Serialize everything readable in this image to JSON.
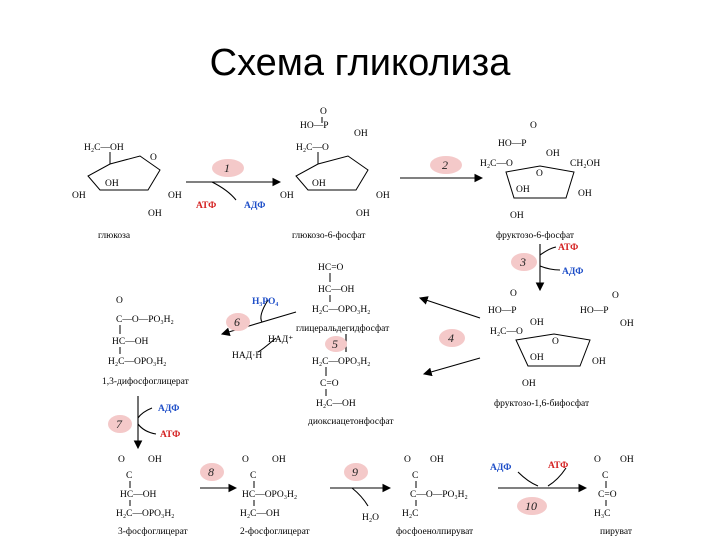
{
  "title": "Схема гликолиза",
  "molecules": {
    "glucose": {
      "name": "глюкоза",
      "top": "H₂C—OH",
      "oh1": "OH",
      "oh2": "OH",
      "oh3": "OH",
      "oh4": "OH"
    },
    "g6p": {
      "name": "глюкозо-6-фосфат",
      "p_top": "O",
      "ho": "HO—P",
      "oh": "OH",
      "ch2o": "H₂C—O",
      "oh1": "OH",
      "oh2": "OH",
      "oh3": "OH",
      "oh4": "OH"
    },
    "f6p": {
      "name": "фруктозо-6-фосфат",
      "p_top": "O",
      "ho": "HO—P",
      "oh": "OH",
      "ch2o": "H₂C—O",
      "ch2oh": "CH₂OH",
      "oh1": "OH",
      "oh2": "OH",
      "oh3": "OH"
    },
    "f16bp": {
      "name": "фруктозо-1,6-бифосфат",
      "ho1": "HO—P",
      "o1": "O",
      "oh1": "OH",
      "ho2": "HO—P",
      "o2": "O",
      "oh2": "OH",
      "ch2o": "H₂C—O",
      "ring_o": "O",
      "oh3": "OH",
      "oh4": "OH",
      "oh5": "OH"
    },
    "gap": {
      "name": "глицеральдегидфосфат",
      "l1": "HC=O",
      "l2": "HC—OH",
      "l3": "H₂C—OPO₃H₂"
    },
    "dhap": {
      "name": "диоксиацетонфосфат",
      "l1": "H₂C—OPO₃H₂",
      "l2": "C=O",
      "l3": "H₂C—OH"
    },
    "bpg": {
      "name": "1,3-дифосфоглицерат",
      "l0": "O",
      "l1": "C—O—PO₃H₂",
      "l2": "HC—OH",
      "l3": "H₂C—OPO₃H₂"
    },
    "pg3": {
      "name": "3-фосфоглицерат",
      "l0": "O",
      "oh": "OH",
      "l1": "C",
      "l2": "HC—OH",
      "l3": "H₂C—OPO₃H₂"
    },
    "pg2": {
      "name": "2-фосфоглицерат",
      "l0": "O",
      "oh": "OH",
      "l1": "C",
      "l2": "HC—OPO₃H₂",
      "l3": "H₂C—OH"
    },
    "pep": {
      "name": "фосфоенолпируват",
      "l0": "O",
      "oh": "OH",
      "l1": "C",
      "l2": "C—O—PO₃H₂",
      "l3": "H₂C"
    },
    "pyr": {
      "name": "пируват",
      "l0": "O",
      "oh": "OH",
      "l1": "C",
      "l2": "C=O",
      "l3": "H₃C"
    }
  },
  "steps": [
    "1",
    "2",
    "3",
    "4",
    "5",
    "6",
    "7",
    "8",
    "9",
    "10"
  ],
  "cofactors": {
    "atp": "АТФ",
    "adp": "АДФ",
    "h2po4": "H₃PO₄",
    "nad": "НАД⁺",
    "nadh": "НАД·Н",
    "h2o": "H₂O"
  }
}
